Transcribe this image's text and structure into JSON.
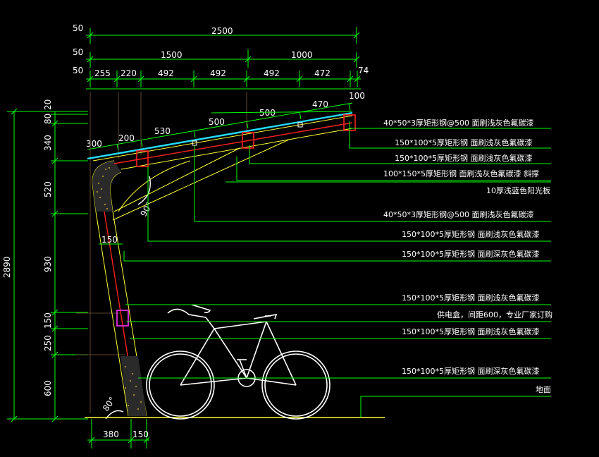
{
  "colors": {
    "background": "#000000",
    "dimension": "#00ff00",
    "text": "#ffffff",
    "steel": "#ffff33",
    "section": "#ff2020",
    "glazing": "#22ddff",
    "box": "#ff33ff"
  },
  "dims": {
    "top": {
      "overall": "2500",
      "left_span": "1500",
      "right_span": "1000",
      "lead_1": "50",
      "lead_2": "50",
      "lead_3": "50",
      "right_extra": "74"
    },
    "segments": [
      "255",
      "220",
      "492",
      "492",
      "492",
      "472"
    ],
    "roof": {
      "a": "300",
      "b": "200",
      "c": "530",
      "d": "500",
      "e": "500",
      "f": "470",
      "g": "100"
    },
    "left": {
      "overall": "2890",
      "v20": "20",
      "v80": "80",
      "v340": "340",
      "v520": "520",
      "v930": "930",
      "v150": "150",
      "v250": "250",
      "v600": "600"
    },
    "bottom": {
      "left": "380",
      "right": "150"
    },
    "col_width": "150",
    "angle_top": "90°",
    "angle_bottom": "80°"
  },
  "notes": [
    "40*50*3厚矩形钢@500  面刷浅灰色氟碳漆",
    "150*100*5厚矩形钢  面刷浅灰色氟碳漆",
    "150*100*5厚矩形钢  面刷浅灰色氟碳漆",
    "100*150*5厚矩形钢  面刷浅灰色氟碳漆  斜撑",
    "10厚浅蓝色阳光板",
    "40*50*3厚矩形钢@500  面刷浅灰色氟碳漆",
    "150*100*5厚矩形钢  面刷浅灰色氟碳漆",
    "150*100*5厚矩形钢  面刷深灰色氟碳漆",
    "150*100*5厚矩形钢  面刷浅灰色氟碳漆",
    "供电盒，间距600，专业厂家订购",
    "150*100*5厚矩形钢  面刷浅灰色氟碳漆",
    "150*100*5厚矩形钢  面刷深灰色氟碳漆",
    "地面"
  ]
}
